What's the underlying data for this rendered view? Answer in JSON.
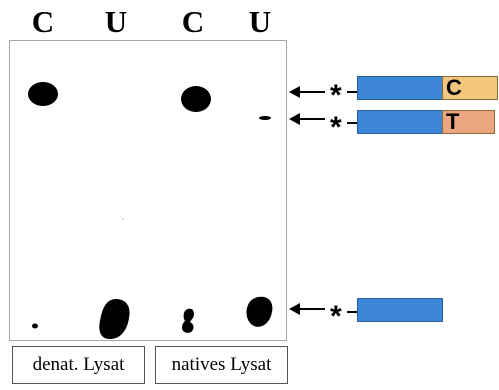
{
  "columns": [
    {
      "label": "C"
    },
    {
      "label": "U"
    },
    {
      "label": "C"
    },
    {
      "label": "U"
    }
  ],
  "lane_groups": [
    {
      "label": "denat. Lysat"
    },
    {
      "label": "natives Lysat"
    }
  ],
  "markers": [
    {
      "star": "*",
      "end_label": "C",
      "end_color": "#f2c77d"
    },
    {
      "star": "*",
      "end_label": "T",
      "end_color": "#eba57f"
    },
    {
      "star": "*"
    }
  ],
  "colors": {
    "spot": "#000000",
    "bar_blue": "#3d86d7",
    "gel_border": "#a6a6a6"
  }
}
